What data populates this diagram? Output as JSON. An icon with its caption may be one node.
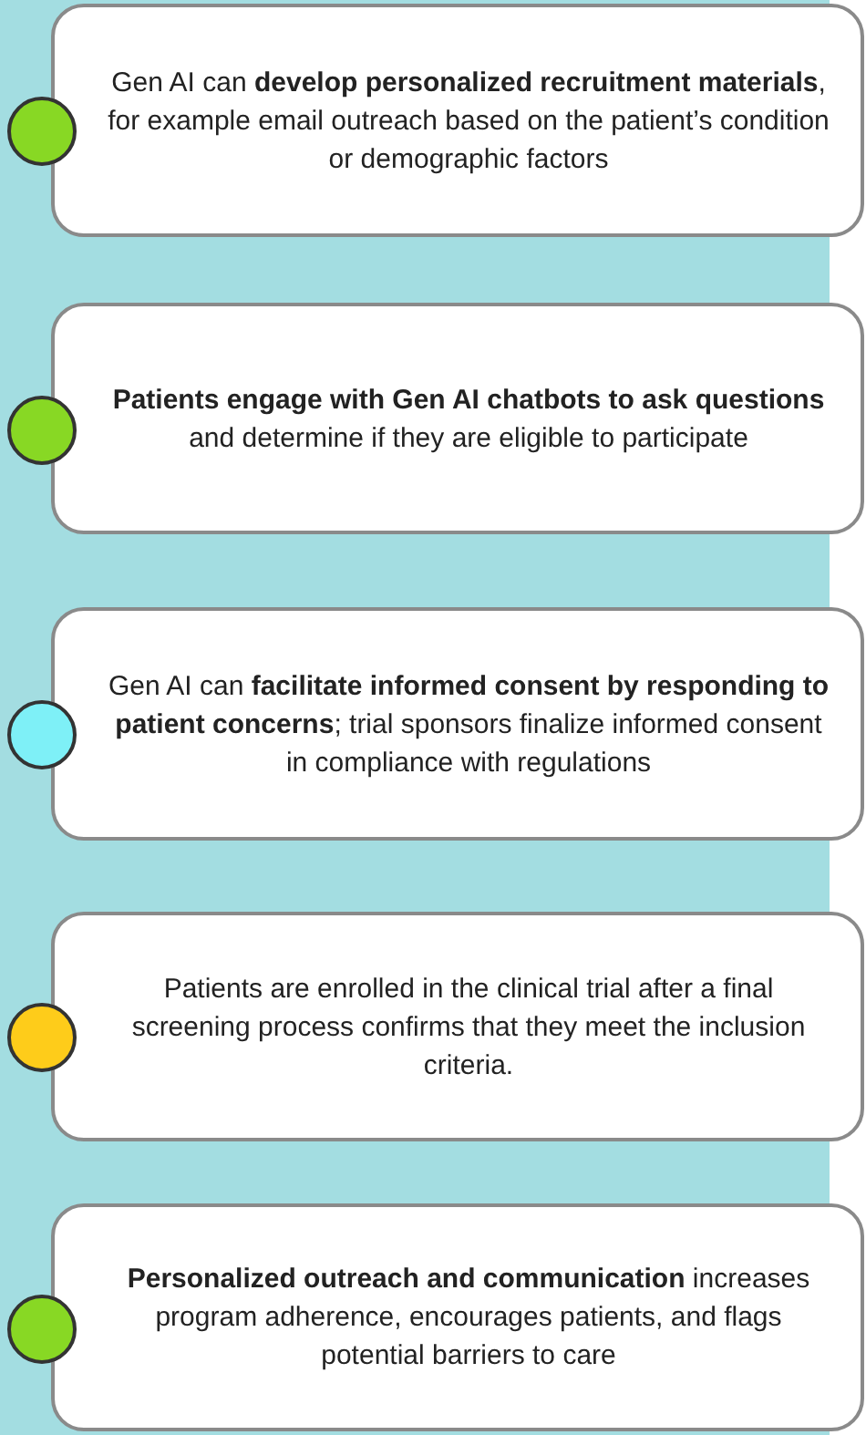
{
  "diagram": {
    "nodes": [
      {
        "text": [
          "Gen AI can **develop personalized recruitment materials**, for example email outreach based on the patient’s condition or demographic factors"
        ]
      },
      {
        "text": [
          "**Patients engage with Gen AI chatbots to ask questions** and determine if they are eligible to participate"
        ]
      },
      {
        "text": [
          "Gen AI can **facilitate informed consent by responding to patient concerns**; trial sponsors finalize informed consent in compliance with regulations"
        ]
      },
      {
        "text": [
          "Patients are enrolled in the clinical trial after a final screening process confirms that they meet the inclusion criteria."
        ]
      },
      {
        "text": [
          "**Personalized outreach and communication** increases program adherence, encourages patients, and flags potential barriers to care"
        ]
      }
    ]
  }
}
